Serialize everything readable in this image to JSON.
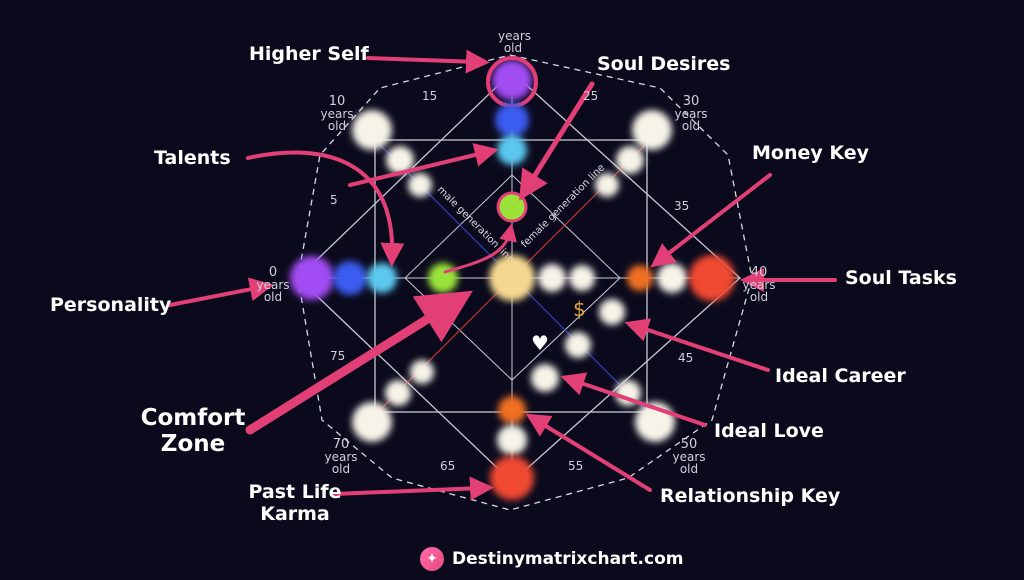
{
  "callouts": {
    "higher_self": "Higher Self",
    "soul_desires": "Soul Desires",
    "talents": "Talents",
    "money_key": "Money Key",
    "personality": "Personality",
    "soul_tasks": "Soul Tasks",
    "comfort_zone_line1": "Comfort",
    "comfort_zone_line2": "Zone",
    "ideal_career": "Ideal Career",
    "ideal_love": "Ideal Love",
    "past_life_karma_line1": "Past Life",
    "past_life_karma_line2": "Karma",
    "relationship_key": "Relationship Key"
  },
  "age_labels": {
    "age_0": {
      "num": "0",
      "word1": "years",
      "word2": "old"
    },
    "age_10": {
      "num": "10",
      "word1": "years",
      "word2": "old"
    },
    "age_30": {
      "num": "30",
      "word1": "years",
      "word2": "old"
    },
    "age_40": {
      "num": "40",
      "word1": "years",
      "word2": "old"
    },
    "age_50": {
      "num": "50",
      "word1": "years",
      "word2": "old"
    },
    "age_70": {
      "num": "70",
      "word1": "years",
      "word2": "old"
    },
    "age_top": {
      "word1": "years",
      "word2": "old"
    }
  },
  "minor_ages": {
    "a5": "5",
    "a15": "15",
    "a25": "25",
    "a35": "35",
    "a45": "45",
    "a55": "55",
    "a65": "65",
    "a75": "75",
    "years_small": "years"
  },
  "line_labels": {
    "male": "male generation line",
    "female": "female generation line"
  },
  "symbols": {
    "dollar": "$",
    "heart": "♥"
  },
  "footer": {
    "site": "Destinymatrixchart.com",
    "icon": "sparkle-icon"
  },
  "colors": {
    "background": "#0b0a1d",
    "arrow": "#e23f76",
    "purple": "#a14cf2",
    "blue": "#3b5cf0",
    "cyan": "#5cc8f0",
    "green": "#9be23a",
    "yellow": "#f5d890",
    "orange": "#f07020",
    "red": "#f04a30",
    "white": "#f6f3e8"
  }
}
